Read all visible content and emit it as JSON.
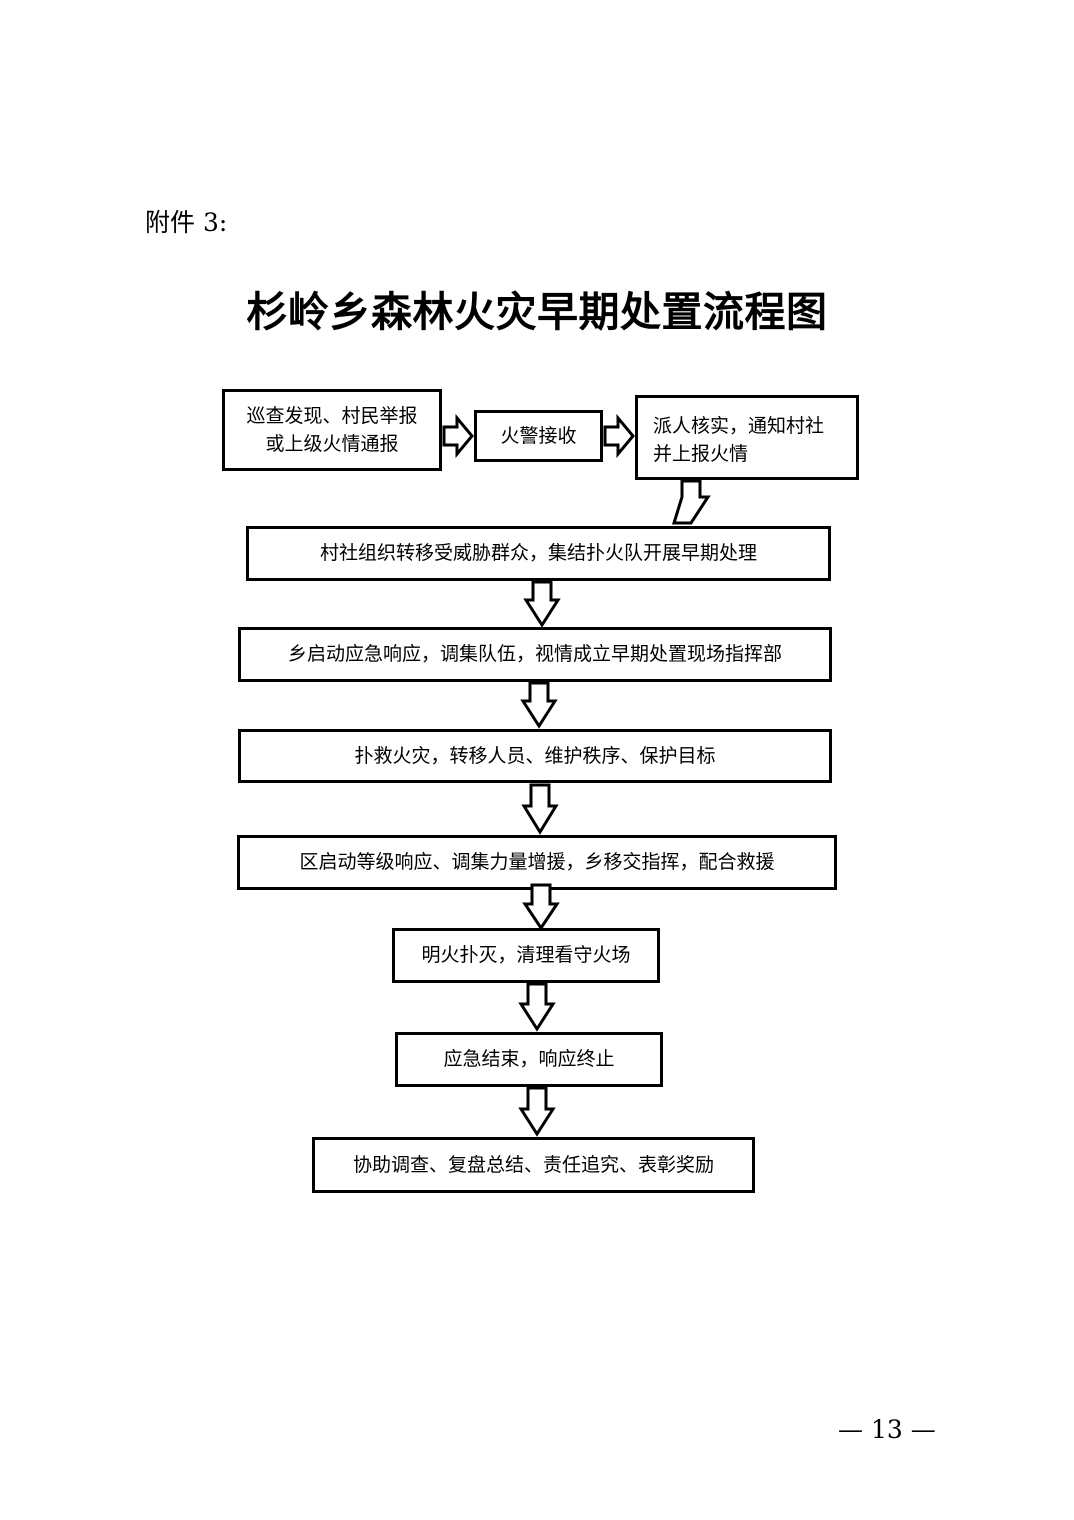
{
  "annex_label": "附件 3:",
  "title": "杉岭乡森林火灾早期处置流程图",
  "steps": {
    "discovery": {
      "line1": "巡查发现、村民举报",
      "line2": "或上级火情通报"
    },
    "receive": "火警接收",
    "verify": {
      "line1": "派人核实，通知村社",
      "line2": "并上报火情"
    },
    "village": "村社组织转移受威胁群众，集结扑火队开展早期处理",
    "township": "乡启动应急响应，调集队伍，视情成立早期处置现场指挥部",
    "suppress": "扑救火灾，转移人员、维护秩序、保护目标",
    "district": "区启动等级响应、调集力量增援，乡移交指挥，配合救援",
    "extinguish": "明火扑灭，清理看守火场",
    "end": "应急结束，响应终止",
    "followup": "协助调查、复盘总结、责任追究、表彰奖励"
  },
  "page_number": "— 13 —"
}
